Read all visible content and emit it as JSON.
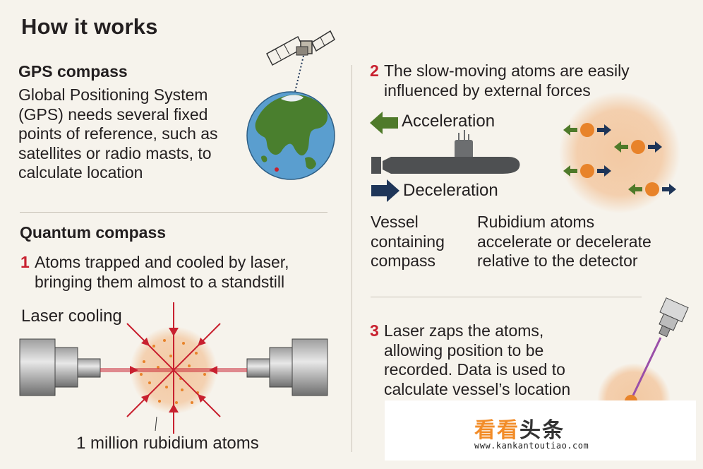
{
  "title": "How it works",
  "gps": {
    "heading": "GPS compass",
    "lines": [
      "Global Positioning System",
      "(GPS) needs several fixed",
      "points of reference, such as",
      "satellites or radio masts, to",
      "calculate location"
    ]
  },
  "quantum": {
    "heading": "Quantum compass",
    "step1_num": "1",
    "step1_lines": [
      "Atoms trapped and cooled by laser,",
      "bringing them almost to a standstill"
    ],
    "laser_cooling_label": "Laser cooling",
    "atoms_label": "1 million rubidium atoms"
  },
  "step2": {
    "num": "2",
    "lines": [
      "The slow-moving atoms are easily",
      "influenced by external forces"
    ],
    "acceleration_label": "Acceleration",
    "deceleration_label": "Deceleration",
    "vessel_lines": [
      "Vessel",
      "containing",
      "compass"
    ],
    "rubidium_lines": [
      "Rubidium atoms",
      "accelerate or decelerate",
      "relative to the detector"
    ]
  },
  "step3": {
    "num": "3",
    "lines": [
      "Laser zaps the atoms,",
      "allowing position to be",
      "recorded. Data is used to",
      "calculate vessel’s location"
    ]
  },
  "watermark": {
    "text_orange": "看看",
    "text_dark": "头条",
    "url": "www.kankantoutiao.com"
  },
  "colors": {
    "red": "#c8202f",
    "green": "#4f7a2a",
    "navy": "#1e3558",
    "atom": "#e8832a",
    "glow": "#f3c9a3"
  }
}
